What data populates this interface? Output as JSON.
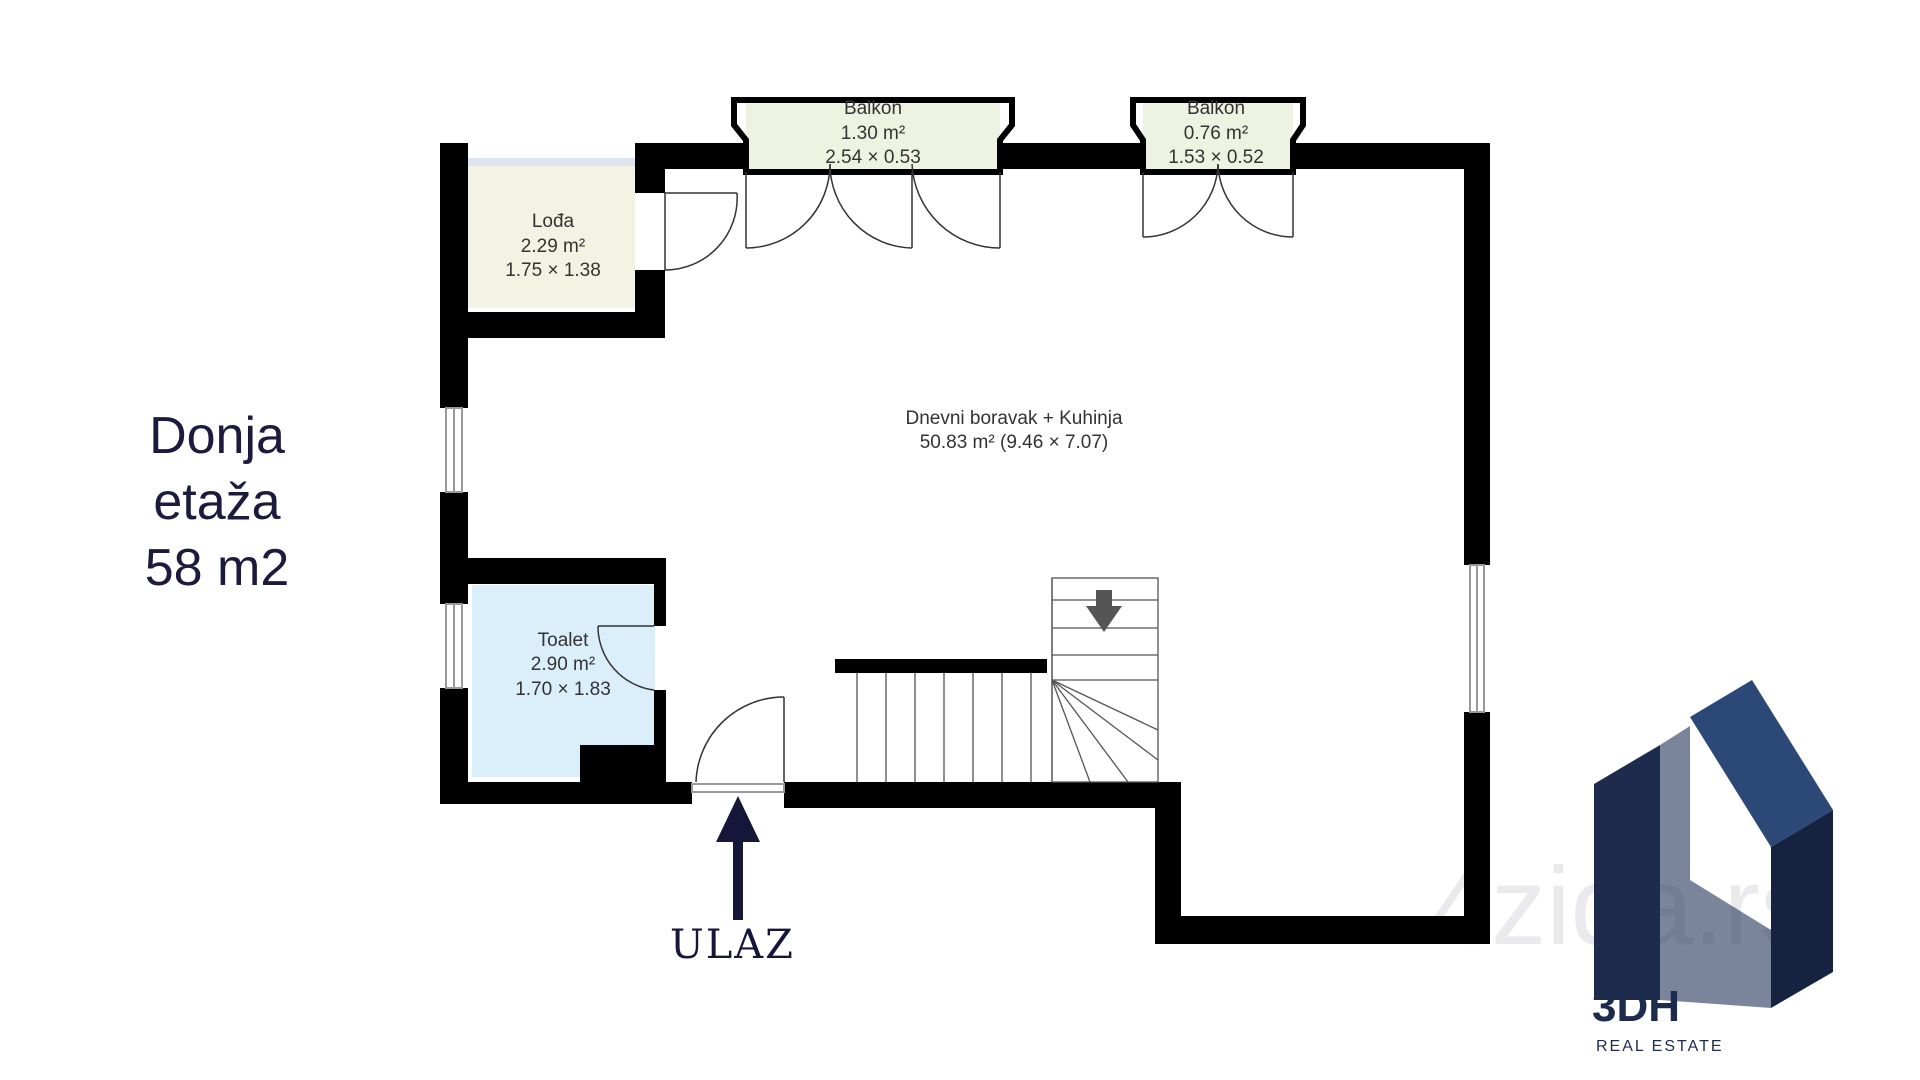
{
  "level": {
    "line1": "Donja",
    "line2": "etaža",
    "line3": "58 m2"
  },
  "rooms": {
    "balkon_left": {
      "name": "Balkon",
      "area": "1.30 m²",
      "dims": "2.54 × 0.53"
    },
    "balkon_right": {
      "name": "Balkon",
      "area": "0.76 m²",
      "dims": "1.53 × 0.52"
    },
    "lodja": {
      "name": "Lođa",
      "area": "2.29 m²",
      "dims": "1.75 × 1.38"
    },
    "living": {
      "name": "Dnevni boravak + Kuhinja",
      "area_dims": "50.83 m² (9.46 × 7.07)"
    },
    "toalet": {
      "name": "Toalet",
      "area": "2.90 m²",
      "dims": "1.70 × 1.83"
    }
  },
  "entry": {
    "label": "ULAZ"
  },
  "brand": {
    "name": "3DH",
    "tagline": "REAL ESTATE",
    "watermark": "4zida.rs"
  },
  "colors": {
    "wall": "#000000",
    "balkon_fill": "#eef3e1",
    "lodja_fill": "#f2f3e3",
    "toalet_fill": "#dbeffb",
    "logo_dark": "#1d2b4c",
    "text_dark": "#1c1b3d"
  }
}
